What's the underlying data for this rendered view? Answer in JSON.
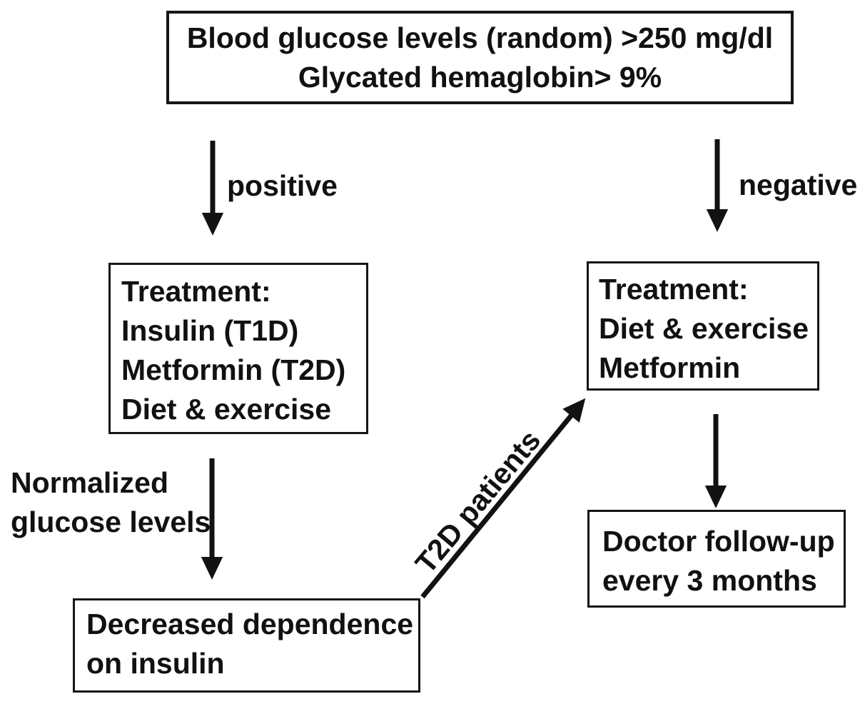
{
  "colors": {
    "ink": "#111111",
    "background": "#ffffff"
  },
  "nodes": {
    "criteria": {
      "line1": "Blood glucose levels (random) >250 mg/dl",
      "line2": "Glycated hemaglobin> 9%"
    },
    "treatment_positive": {
      "line1": "Treatment:",
      "line2": "Insulin (T1D)",
      "line3": "Metformin (T2D)",
      "line4": "Diet & exercise"
    },
    "treatment_negative": {
      "line1": "Treatment:",
      "line2": "Diet & exercise",
      "line3": "Metformin"
    },
    "decreased_dependence": {
      "line1": "Decreased dependence",
      "line2": "on insulin"
    },
    "doctor_followup": {
      "line1": "Doctor follow-up",
      "line2": "every 3 months"
    }
  },
  "edge_labels": {
    "positive": "positive",
    "negative": "negative",
    "normalized_line1": "Normalized",
    "normalized_line2": "glucose levels",
    "t2d_patients": "T2D patients"
  }
}
